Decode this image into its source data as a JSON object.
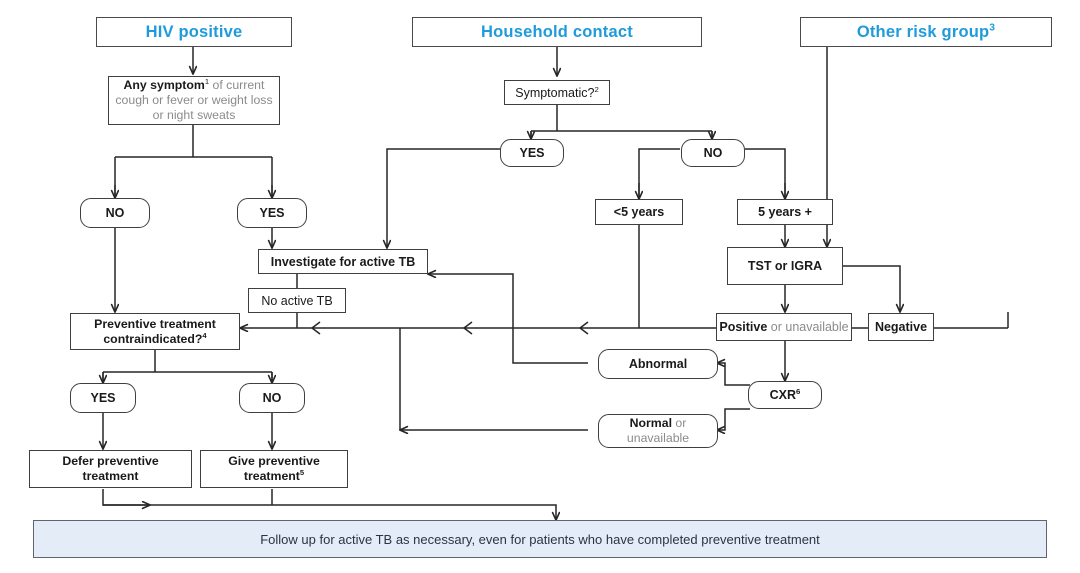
{
  "diagram": {
    "type": "flowchart",
    "title": "TB preventive treatment algorithm",
    "accent_color": "#1f9bdd",
    "banner_fill": "#e4ecf7",
    "line_color": "#262626"
  },
  "headers": [
    {
      "id": "hiv",
      "label": "HIV positive"
    },
    {
      "id": "household",
      "label": "Household contact"
    },
    {
      "id": "other",
      "label": "Other risk group",
      "superscript": "3"
    }
  ],
  "nodes": {
    "any_symptom": {
      "bold": "Any symptom",
      "superscript": "1",
      "rest": " of current",
      "line2": "cough or fever or weight loss",
      "line3": "or night sweats"
    },
    "symptomatic": {
      "label": "Symptomatic?",
      "superscript": "2"
    },
    "hiv_no": {
      "label": "NO"
    },
    "hiv_yes": {
      "label": "YES"
    },
    "hh_yes": {
      "label": "YES"
    },
    "hh_no": {
      "label": "NO"
    },
    "under5": {
      "label": "<5 years"
    },
    "over5": {
      "label": "5 years +"
    },
    "tst_igra": {
      "label": "TST or IGRA"
    },
    "positive": {
      "bold": "Positive",
      "grey": " or unavailable"
    },
    "negative": {
      "label": "Negative"
    },
    "investigate": {
      "label": "Investigate for active TB"
    },
    "no_active_tb": {
      "label": "No active TB"
    },
    "contraindicated": {
      "line1": "Preventive treatment",
      "line2": "contraindicated?",
      "superscript": "4"
    },
    "abnormal": {
      "label": "Abnormal"
    },
    "cxr": {
      "label": "CXR",
      "superscript": "6"
    },
    "normal": {
      "bold": "Normal",
      "grey": " or",
      "line2": "unavailable"
    },
    "ct_yes": {
      "label": "YES"
    },
    "ct_no": {
      "label": "NO"
    },
    "defer": {
      "line1": "Defer preventive",
      "line2": "treatment"
    },
    "give": {
      "line1": "Give preventive",
      "line2": "treatment",
      "superscript": "5"
    }
  },
  "banner": {
    "text": "Follow up for active TB as necessary, even for patients who have completed preventive treatment"
  }
}
